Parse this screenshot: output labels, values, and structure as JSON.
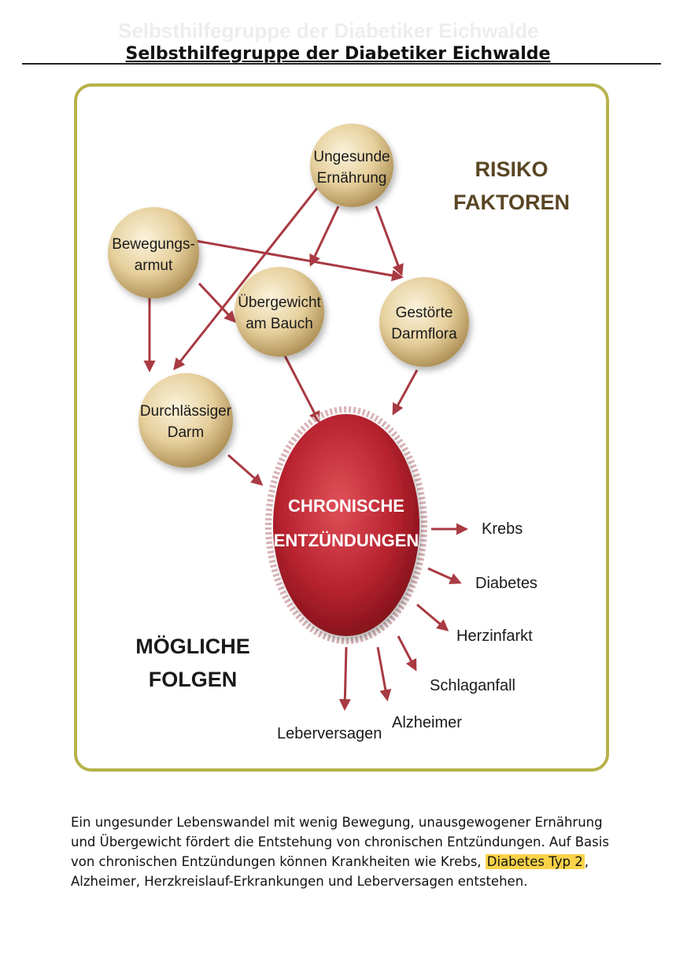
{
  "header": {
    "title": "Selbsthilfegruppe der Diabetiker Eichwalde"
  },
  "diagram": {
    "risk_heading": [
      "RISIKO",
      "FAKTOREN"
    ],
    "consequence_heading": [
      "MÖGLICHE",
      "FOLGEN"
    ],
    "center": [
      "CHRONISCHE",
      "ENTZÜNDUNGEN"
    ],
    "risk_factors": [
      {
        "id": "ungesunde",
        "lines": [
          "Ungesunde",
          "Ernährung"
        ]
      },
      {
        "id": "bewegung",
        "lines": [
          "Bewegungs-",
          "armut"
        ]
      },
      {
        "id": "uebergewicht",
        "lines": [
          "Übergewicht",
          "am Bauch"
        ]
      },
      {
        "id": "darmflora",
        "lines": [
          "Gestörte",
          "Darmflora"
        ]
      },
      {
        "id": "darm",
        "lines": [
          "Durchlässiger",
          "Darm"
        ]
      }
    ],
    "consequences": [
      "Krebs",
      "Diabetes",
      "Herzinfarkt",
      "Schlaganfall",
      "Alzheimer",
      "Leberversagen"
    ],
    "colors": {
      "frame": "#b7b24a",
      "arrow": "#a83a42",
      "center": "#b8232f",
      "node": "#e3cd98"
    }
  },
  "caption": {
    "before": "Ein ungesunder Lebenswandel mit wenig Bewegung, unausgewogener Ernährung und Übergewicht fördert die Entstehung von chronischen Entzündungen. Auf Basis von chronischen Entzündungen können Krankheiten wie Krebs, ",
    "highlight": "Diabetes Typ 2",
    "after": ", Alzheimer, Herzkreislauf-Erkrankungen und Leberversagen entstehen."
  }
}
